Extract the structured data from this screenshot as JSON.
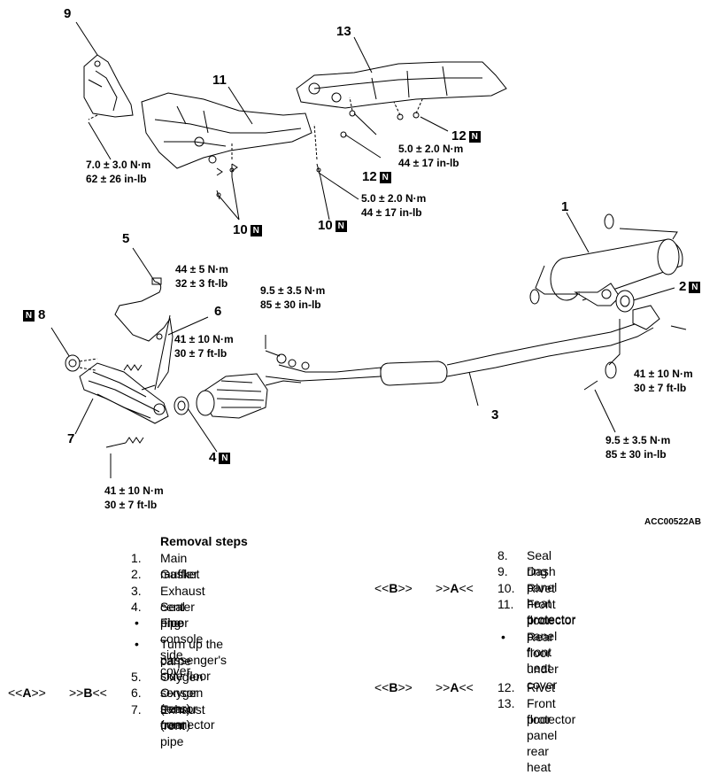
{
  "callouts": {
    "c9": "9",
    "c13": "13",
    "c11": "11",
    "c12a": "12",
    "c12b": "12",
    "c10a": "10",
    "c10b": "10",
    "c1": "1",
    "c2": "2",
    "c5": "5",
    "c6": "6",
    "c8": "8",
    "c7": "7",
    "c3": "3",
    "c4": "4",
    "n": "N"
  },
  "torques": {
    "t1": [
      "7.0 ± 3.0 N·m",
      "62 ± 26 in-lb"
    ],
    "t2": [
      "5.0 ± 2.0 N·m",
      "44 ± 17 in-lb"
    ],
    "t3": [
      "5.0 ± 2.0 N·m",
      "44 ± 17 in-lb"
    ],
    "t4": [
      "44 ± 5 N·m",
      "32 ± 3 ft-lb"
    ],
    "t5": [
      "9.5 ± 3.5 N·m",
      "85 ± 30 in-lb"
    ],
    "t6": [
      "41 ± 10 N·m",
      "30 ± 7 ft-lb"
    ],
    "t7": [
      "41 ± 10 N·m",
      "30 ± 7 ft-lb"
    ],
    "t8": [
      "9.5 ± 3.5 N·m",
      "85 ± 30 in-lb"
    ],
    "t9": [
      "41 ± 10 N·m",
      "30 ± 7 ft-lb"
    ]
  },
  "figure_code": "ACC00522AB",
  "steps_title": "Removal steps",
  "bullet": "•",
  "left_steps": [
    {
      "num": "1.",
      "text": "Main muffler"
    },
    {
      "num": "2.",
      "text": "Gasket"
    },
    {
      "num": "3.",
      "text": "Exhaust center pipe"
    },
    {
      "num": "4.",
      "text": "Seal ring"
    },
    {
      "num": "",
      "text": "Floor console side cover"
    },
    {
      "num": "",
      "text": "Turn up the passenger's side floor"
    },
    {
      "num": "",
      "text": "carpe"
    },
    {
      "num": "5.",
      "text": "Oxygen sensor (rear) connector"
    },
    {
      "num": "6.",
      "text": "Oxygen sensor (rear)"
    },
    {
      "num": "7.",
      "text": "Exhaust front pipe"
    }
  ],
  "right_steps": [
    {
      "num": "8.",
      "text": "Seal ring"
    },
    {
      "num": "9.",
      "text": "Dash panel heat protector"
    },
    {
      "num": "10.",
      "text": "Rivet"
    },
    {
      "num": "11.",
      "text": "Front floor panel front heat"
    },
    {
      "num": "",
      "text": "protector"
    },
    {
      "num": "",
      "text": "Rear floor under cover"
    },
    {
      "num": "12.",
      "text": "Rivet"
    },
    {
      "num": "13.",
      "text": "Front floor panel rear heat"
    },
    {
      "num": "",
      "text": "protector"
    }
  ],
  "marks": {
    "m1a": "<<",
    "m1b": "B",
    "m1c": ">>",
    "m2a": ">>",
    "m2b": "A",
    "m2c": "<<",
    "m3a": "<<",
    "m3b": "A",
    "m3c": ">>",
    "m4a": ">>",
    "m4b": "B",
    "m4c": "<<",
    "m5a": "<<",
    "m5b": "B",
    "m5c": ">>",
    "m6a": ">>",
    "m6b": "A",
    "m6c": "<<"
  }
}
